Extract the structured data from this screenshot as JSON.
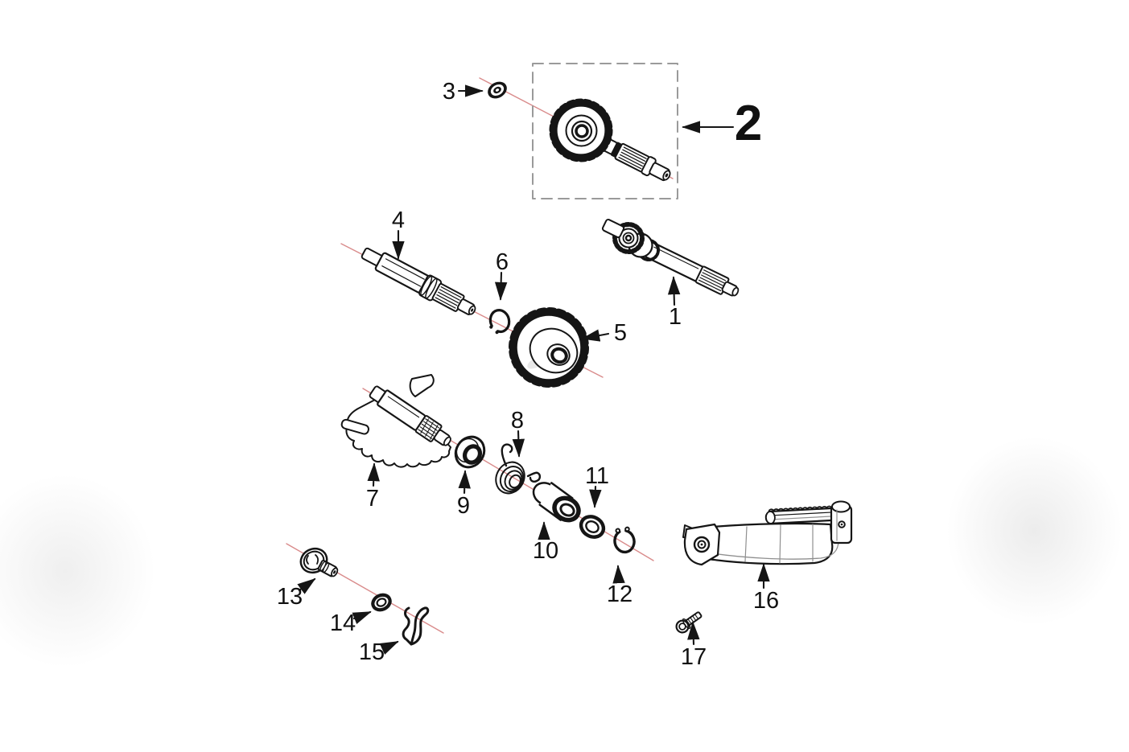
{
  "diagram": {
    "type": "exploded-parts-diagram",
    "colors": {
      "background": "#ffffff",
      "ink": "#151515",
      "axis_line": "#d98b8b",
      "dashed_box": "#9a9a9a"
    },
    "callouts": {
      "c1": "1",
      "c2": "2",
      "c3": "3",
      "c4": "4",
      "c5": "5",
      "c6": "6",
      "c7": "7",
      "c8": "8",
      "c9": "9",
      "c10": "10",
      "c11": "11",
      "c12": "12",
      "c13": "13",
      "c14": "14",
      "c15": "15",
      "c16": "16",
      "c17": "17"
    }
  }
}
